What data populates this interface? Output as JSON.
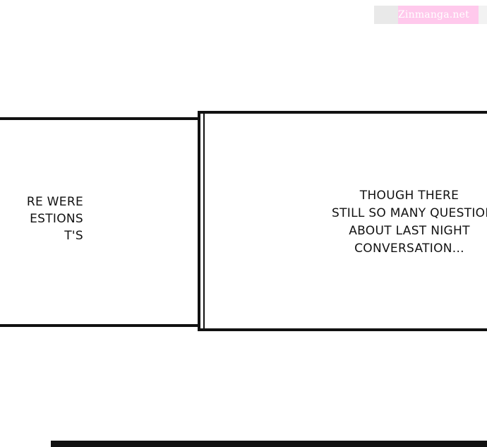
{
  "watermark": {
    "text": "Zinmanga.net"
  },
  "captions": {
    "left": {
      "lines": [
        "RE WERE",
        "ESTIONS",
        "T'S"
      ]
    },
    "right": {
      "lines": [
        "THOUGH THERE",
        "STILL SO MANY QUESTIONS",
        "ABOUT LAST NIGHT",
        "CONVERSATION..."
      ]
    }
  },
  "colors": {
    "ink": "#111111",
    "background": "#ffffff",
    "watermark_pink": "#ffc9ec"
  }
}
